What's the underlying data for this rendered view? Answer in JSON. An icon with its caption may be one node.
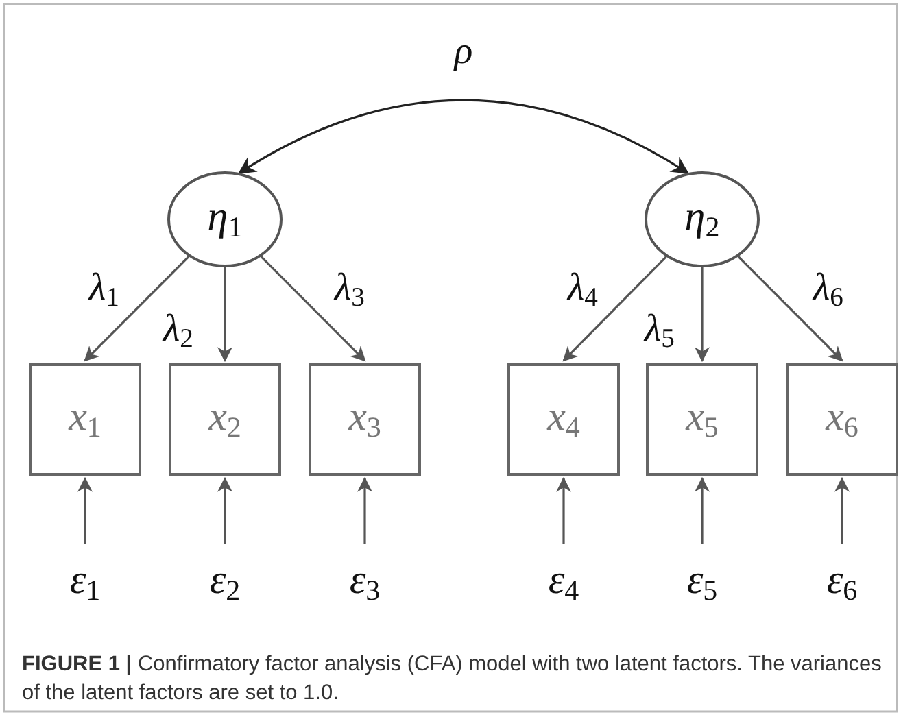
{
  "diagram": {
    "caption": "**FIGURE 1 |** Confirmatory factor analysis (CFA) model with two latent factors. The variances of the latent factors are set to 1.0.",
    "nodes": [
      {
        "text": [
          "η$_{1}$"
        ]
      },
      {
        "text": [
          "η$_{2}$"
        ]
      },
      {
        "text": [
          "x$_{1}$"
        ]
      },
      {
        "text": [
          "x$_{2}$"
        ]
      },
      {
        "text": [
          "x$_{3}$"
        ]
      },
      {
        "text": [
          "x$_{4}$"
        ]
      },
      {
        "text": [
          "x$_{5}$"
        ]
      },
      {
        "text": [
          "x$_{6}$"
        ]
      },
      {
        "text": [
          "ε$_{1}$"
        ]
      },
      {
        "text": [
          "ε$_{2}$"
        ]
      },
      {
        "text": [
          "ε$_{3}$"
        ]
      },
      {
        "text": [
          "ε$_{4}$"
        ]
      },
      {
        "text": [
          "ε$_{5}$"
        ]
      },
      {
        "text": [
          "ε$_{6}$"
        ]
      }
    ],
    "edges": [
      {
        "from": 0,
        "to": 1,
        "arrow": "both",
        "label": "ρ",
        "color": "#222222"
      },
      {
        "from": 0,
        "to": 2,
        "arrow": "to",
        "label": "λ$_{1}$"
      },
      {
        "from": 0,
        "to": 3,
        "arrow": "to",
        "label": "λ$_{2}$"
      },
      {
        "from": 0,
        "to": 4,
        "arrow": "to",
        "label": "λ$_{3}$"
      },
      {
        "from": 1,
        "to": 5,
        "arrow": "to",
        "label": "λ$_{4}$"
      },
      {
        "from": 1,
        "to": 6,
        "arrow": "to",
        "label": "λ$_{5}$"
      },
      {
        "from": 1,
        "to": 7,
        "arrow": "to",
        "label": "λ$_{6}$"
      },
      {
        "from": 8,
        "to": 2,
        "arrow": "to"
      },
      {
        "from": 9,
        "to": 3,
        "arrow": "to"
      },
      {
        "from": 10,
        "to": 4,
        "arrow": "to"
      },
      {
        "from": 11,
        "to": 5,
        "arrow": "to"
      },
      {
        "from": 12,
        "to": 6,
        "arrow": "to"
      },
      {
        "from": 13,
        "to": 7,
        "arrow": "to"
      }
    ]
  }
}
